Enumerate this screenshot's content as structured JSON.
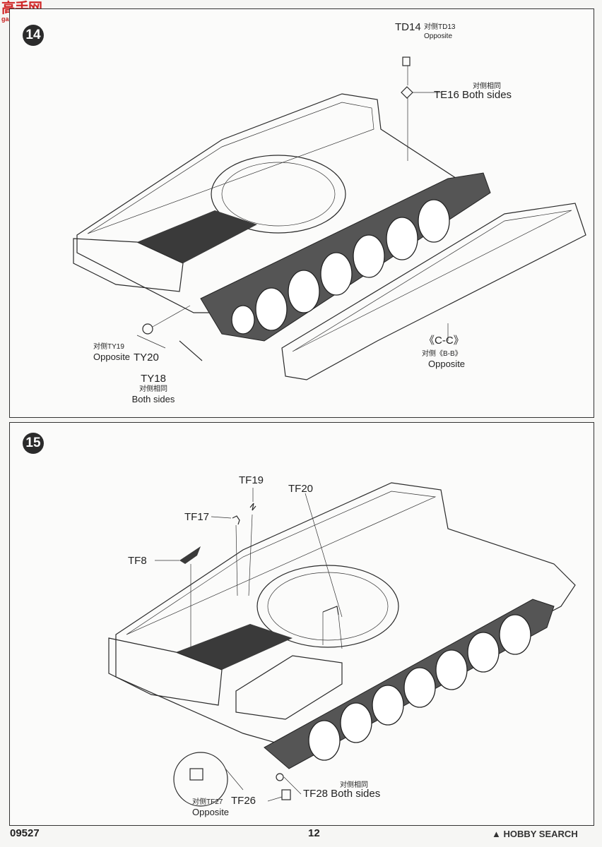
{
  "watermark": {
    "logo": "高手网",
    "site": "gao-shou.com"
  },
  "step14": {
    "number": "14",
    "labels": {
      "td14": "TD14",
      "td13": "对侧TD13",
      "td_opposite": "Opposite",
      "te16_cn": "对侧相同",
      "te16": "TE16 Both sides",
      "ty19_cn": "对侧TY19",
      "ty19_en": "Opposite",
      "ty20": "TY20",
      "ty18": "TY18",
      "ty18_cn": "对侧相同",
      "ty18_en": "Both sides",
      "cc": "《C-C》",
      "bb": "对侧《B-B》",
      "bb_en": "Opposite"
    }
  },
  "step15": {
    "number": "15",
    "labels": {
      "tf19": "TF19",
      "tf20": "TF20",
      "tf17": "TF17",
      "tf8": "TF8",
      "tf28_cn": "对侧相同",
      "tf28": "TF28 Both sides",
      "tf27_cn": "对侧TF27",
      "tf26": "TF26",
      "tf27_en": "Opposite"
    }
  },
  "footer": {
    "code": "09527",
    "page": "12",
    "brand": "HOBBY SEARCH"
  }
}
